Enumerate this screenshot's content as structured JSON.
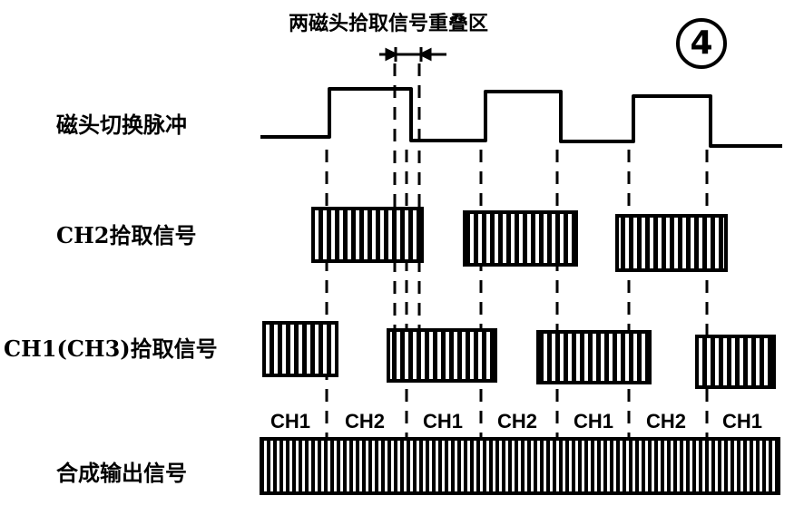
{
  "figure": {
    "title": "两磁头拾取信号重叠区",
    "figure_number": "4",
    "rows": [
      {
        "id": "switch",
        "label": "磁头切换脉冲"
      },
      {
        "id": "ch2",
        "label": "CH2拾取信号"
      },
      {
        "id": "ch1",
        "label": "CH1(CH3)拾取信号"
      },
      {
        "id": "output",
        "label": "合成输出信号"
      }
    ],
    "output_segments": [
      "CH1",
      "CH2",
      "CH1",
      "CH2",
      "CH1",
      "CH2",
      "CH1"
    ],
    "colors": {
      "ink": "#000000",
      "background": "#ffffff"
    }
  }
}
